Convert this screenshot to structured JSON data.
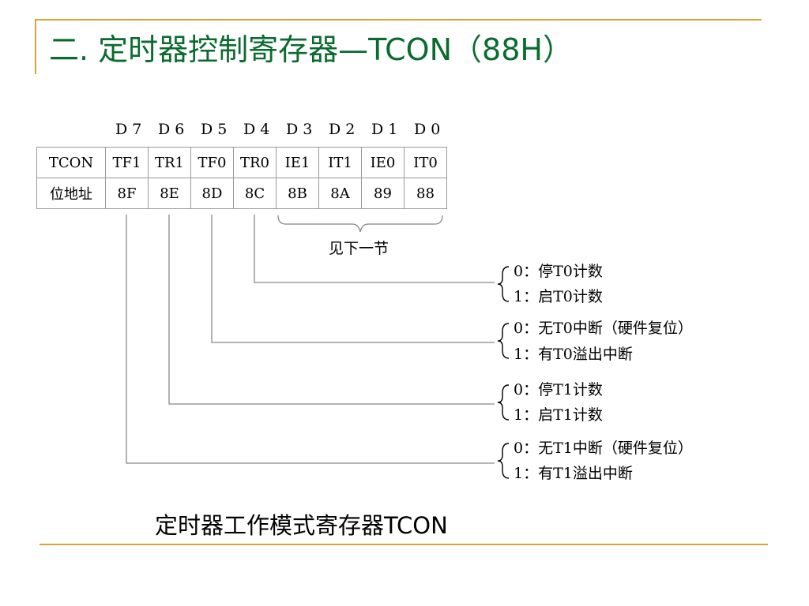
{
  "title": "二. 定时器控制寄存器—TCON（88H）",
  "bit_labels": [
    "D 7",
    "D 6",
    "D 5",
    "D 4",
    "D 3",
    "D 2",
    "D 1",
    "D 0"
  ],
  "table": {
    "row1_header": "TCON",
    "row1": [
      "TF1",
      "TR1",
      "TF0",
      "TR0",
      "IE1",
      "IT1",
      "IE0",
      "IT0"
    ],
    "row2_header": "位地址",
    "row2": [
      "8F",
      "8E",
      "8D",
      "8C",
      "8B",
      "8A",
      "89",
      "88"
    ]
  },
  "brace_note": "见下一节",
  "descriptions": {
    "tr0": [
      "0：停T0计数",
      "1：启T0计数"
    ],
    "tf0": [
      "0：无T0中断（硬件复位）",
      "1：有T0溢出中断"
    ],
    "tr1": [
      "0：停T1计数",
      "1：启T1计数"
    ],
    "tf1": [
      "0：无T1中断（硬件复位）",
      "1：有T1溢出中断"
    ]
  },
  "caption": "定时器工作模式寄存器TCON",
  "colors": {
    "title": "#0b6b2f",
    "frame": "#d6a43a",
    "lines": "#888888"
  }
}
